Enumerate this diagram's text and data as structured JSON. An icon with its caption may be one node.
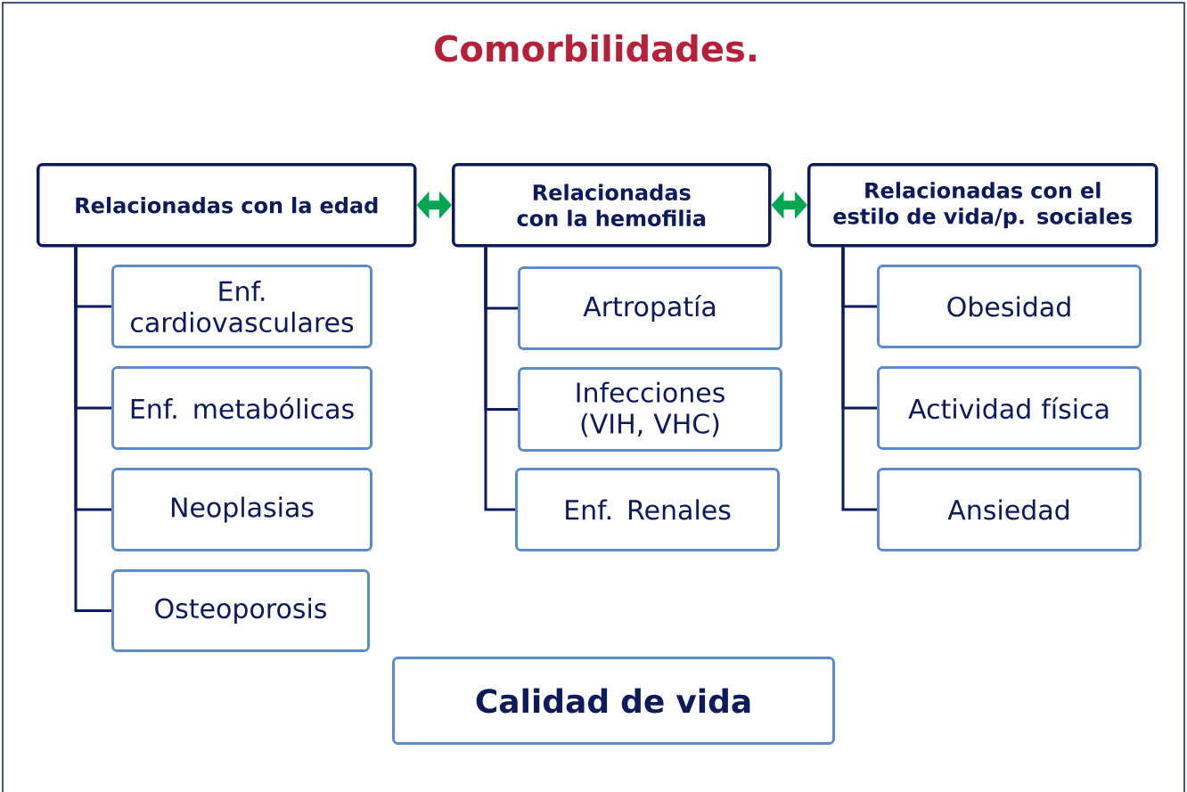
{
  "diagram": {
    "title": "Comorbilidades.",
    "nodes": [
      {
        "text": [
          "Relacionadas con la edad"
        ]
      },
      {
        "text": [
          "Relacionadas con la hemofilia"
        ]
      },
      {
        "text": [
          "Relacionadas con el estilo de vida/p. sociales"
        ]
      },
      {
        "text": [
          "Enf. cardiovasculares"
        ]
      },
      {
        "text": [
          "Enf. metabólicas"
        ]
      },
      {
        "text": [
          "Neoplasias"
        ]
      },
      {
        "text": [
          "Osteoporosis"
        ]
      },
      {
        "text": [
          "Artropatía"
        ]
      },
      {
        "text": [
          "Infecciones (VIH, VHC)"
        ]
      },
      {
        "text": [
          "Enf. Renales"
        ]
      },
      {
        "text": [
          "Obesidad"
        ]
      },
      {
        "text": [
          "Actividad física"
        ]
      },
      {
        "text": [
          "Ansiedad"
        ]
      },
      {
        "text": [
          "Calidad de vida"
        ]
      }
    ],
    "edges": [
      {
        "from": 0,
        "to": 1,
        "arrow": "both",
        "style": "thick",
        "color": "#00a651"
      },
      {
        "from": 1,
        "to": 2,
        "arrow": "both",
        "style": "thick",
        "color": "#00a651"
      },
      {
        "from": 0,
        "to": 3,
        "arrow": "none"
      },
      {
        "from": 0,
        "to": 4,
        "arrow": "none"
      },
      {
        "from": 0,
        "to": 5,
        "arrow": "none"
      },
      {
        "from": 0,
        "to": 6,
        "arrow": "none"
      },
      {
        "from": 1,
        "to": 7,
        "arrow": "none"
      },
      {
        "from": 1,
        "to": 8,
        "arrow": "none"
      },
      {
        "from": 1,
        "to": 9,
        "arrow": "none"
      },
      {
        "from": 2,
        "to": 10,
        "arrow": "none"
      },
      {
        "from": 2,
        "to": 11,
        "arrow": "none"
      },
      {
        "from": 2,
        "to": 12,
        "arrow": "none"
      }
    ]
  }
}
